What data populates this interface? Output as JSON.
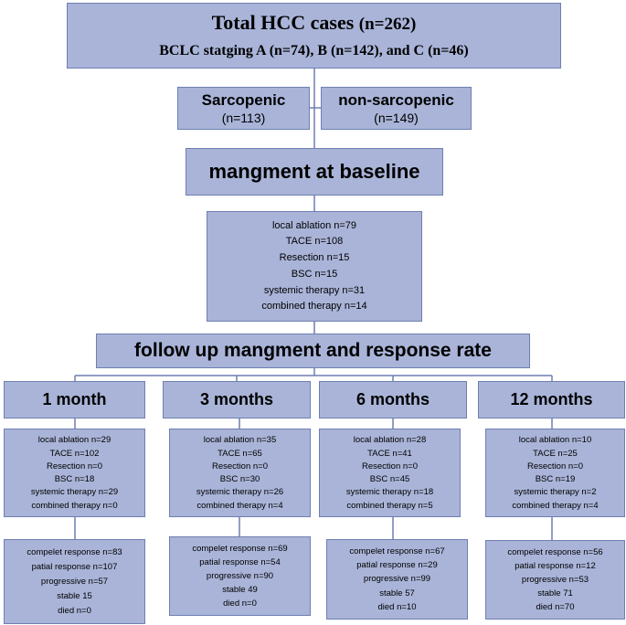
{
  "total": {
    "title": "Total HCC cases",
    "count": "(n=262)",
    "staging": "BCLC statging A (n=74), B (n=142), and C (n=46)"
  },
  "groups": [
    {
      "label": "Sarcopenic",
      "count": "(n=113)"
    },
    {
      "label": "non-sarcopenic",
      "count": "(n=149)"
    }
  ],
  "baseline": {
    "title": "mangment at baseline",
    "items": [
      "local ablation n=79",
      "TACE n=108",
      "Resection n=15",
      "BSC n=15",
      "systemic therapy n=31",
      "combined therapy n=14"
    ]
  },
  "followup": {
    "title": "follow up mangment and response rate",
    "periods": [
      {
        "label": "1 month",
        "management": [
          "local ablation n=29",
          "TACE n=102",
          "Resection n=0",
          "BSC n=18",
          "systemic therapy n=29",
          "combined therapy n=0"
        ],
        "response": [
          "compelet response n=83",
          "patial response n=107",
          "progressive n=57",
          "stable 15",
          "died n=0"
        ]
      },
      {
        "label": "3 months",
        "management": [
          "local ablation n=35",
          "TACE n=65",
          "Resection n=0",
          "BSC n=30",
          "systemic therapy n=26",
          "combined therapy n=4"
        ],
        "response": [
          "compelet response n=69",
          "patial response n=54",
          "progressive n=90",
          "stable 49",
          "died n=0"
        ]
      },
      {
        "label": "6 months",
        "management": [
          "local ablation n=28",
          "TACE n=41",
          "Resection n=0",
          "BSC n=45",
          "systemic therapy n=18",
          "combined therapy n=5"
        ],
        "response": [
          "compelet response n=67",
          "patial response n=29",
          "progressive n=99",
          "stable 57",
          "died n=10"
        ]
      },
      {
        "label": "12 months",
        "management": [
          "local ablation n=10",
          "TACE n=25",
          "Resection n=0",
          "BSC n=19",
          "systemic therapy n=2",
          "combined therapy n=4"
        ],
        "response": [
          "compelet response n=56",
          "patial response n=12",
          "progressive n=53",
          "stable 71",
          "died n=70"
        ]
      }
    ]
  }
}
